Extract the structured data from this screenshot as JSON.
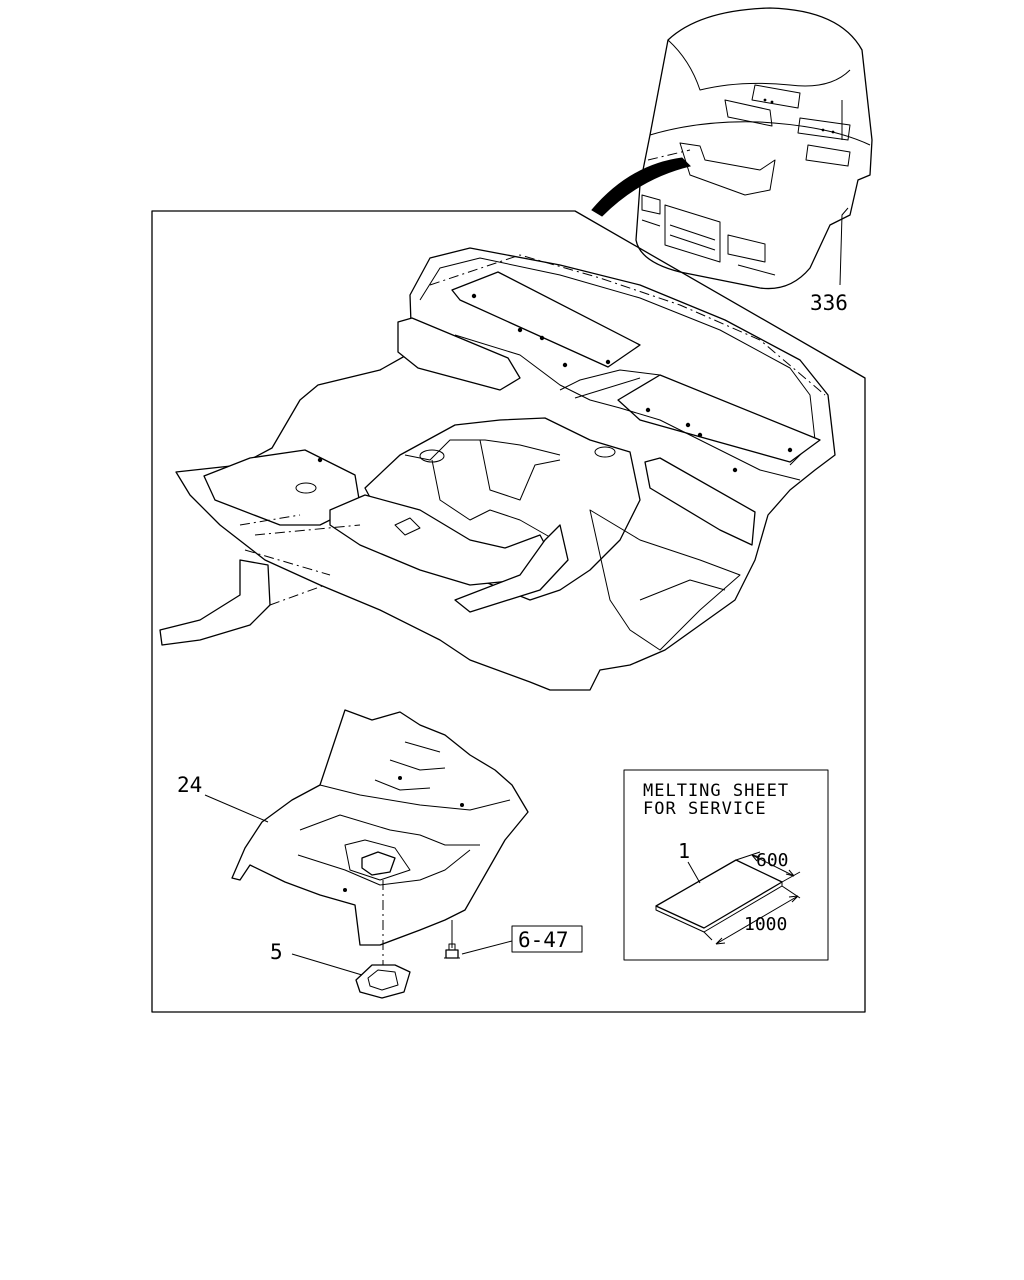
{
  "callouts": {
    "ref_336": "336",
    "ref_24": "24",
    "ref_5": "5",
    "ref_1": "1",
    "ref_6_47": "6-47"
  },
  "inset": {
    "line1": "MELTING SHEET",
    "line2": "FOR SERVICE",
    "dim_width": "600",
    "dim_length": "1000"
  },
  "colors": {
    "line": "#000000",
    "background": "#ffffff"
  }
}
